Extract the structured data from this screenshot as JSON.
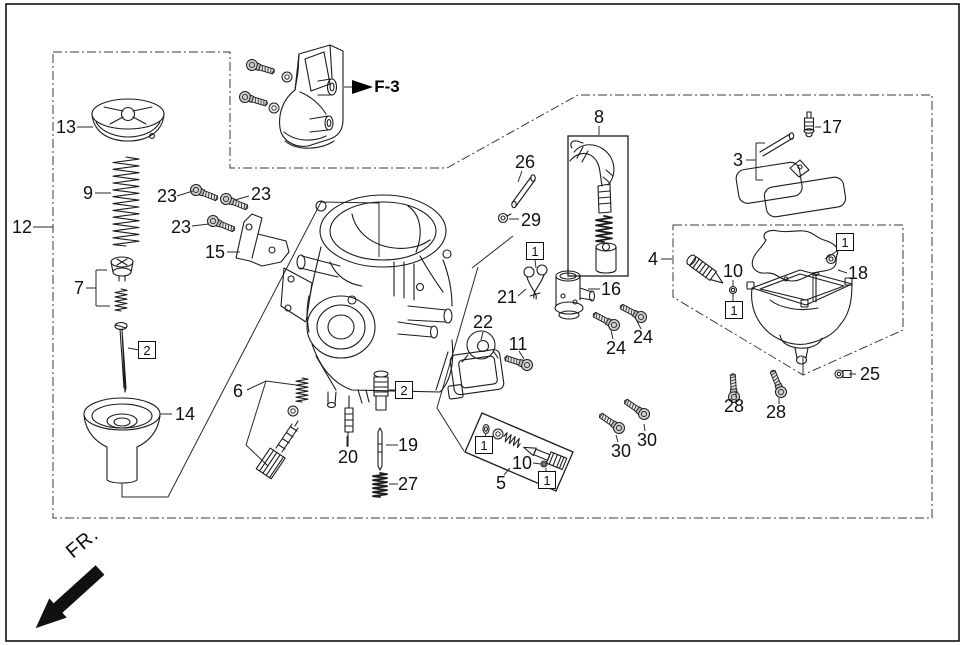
{
  "callouts": {
    "n3": "3",
    "n4": "4",
    "n5": "5",
    "n6": "6",
    "n7": "7",
    "n8": "8",
    "n9": "9",
    "n10a": "10",
    "n10b": "10",
    "n11": "11",
    "n12": "12",
    "n13": "13",
    "n14": "14",
    "n15": "15",
    "n16": "16",
    "n17": "17",
    "n18": "18",
    "n19": "19",
    "n20": "20",
    "n21": "21",
    "n22": "22",
    "n23a": "23",
    "n23b": "23",
    "n23c": "23",
    "n24a": "24",
    "n24b": "24",
    "n25": "25",
    "n26": "26",
    "n27": "27",
    "n28a": "28",
    "n28b": "28",
    "n29": "29",
    "n30a": "30",
    "n30b": "30",
    "b1a": "1",
    "b1b": "1",
    "b1c": "1",
    "b1d": "1",
    "b1e": "1",
    "b2a": "2",
    "b2b": "2"
  },
  "reference": {
    "f3": "F-3"
  },
  "direction": {
    "fr": "FR."
  }
}
